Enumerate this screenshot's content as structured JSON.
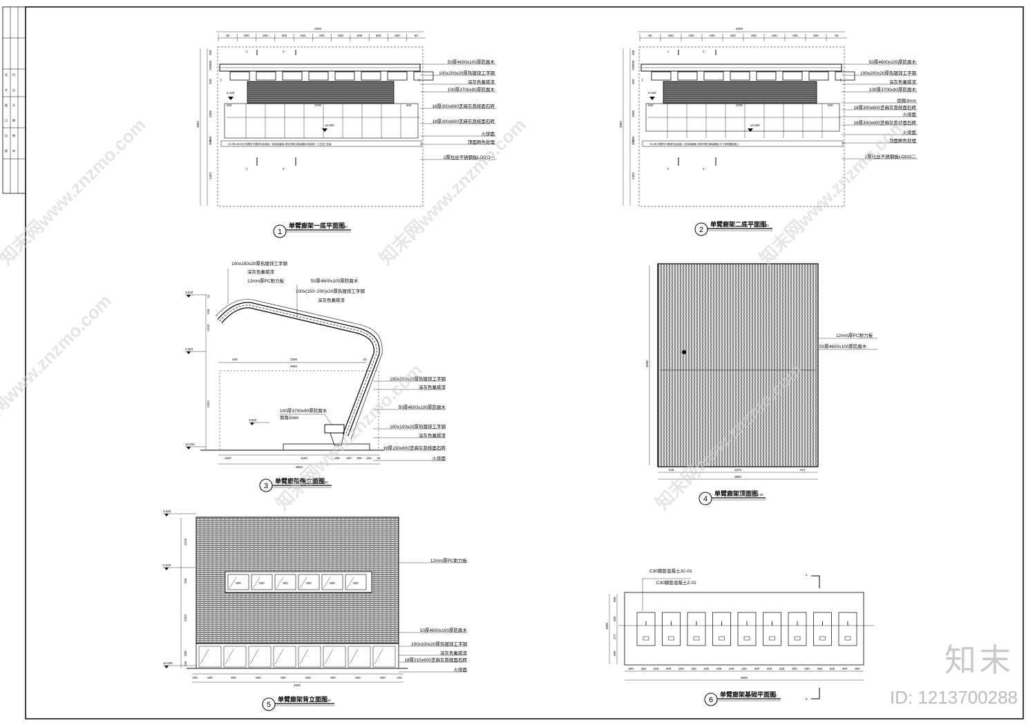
{
  "watermark": {
    "text": "知末网www.znzmo.com",
    "brand": "知末",
    "id": "ID: 1213700288"
  },
  "view1": {
    "title": "单臂廊架一底平面图",
    "scale": "1:30",
    "num": "1",
    "top_total": "4600",
    "top_dims": [
      "50",
      "500",
      "600",
      "600",
      "600",
      "600",
      "600",
      "600",
      "600",
      "500",
      "50"
    ],
    "left_dims": [
      "450",
      "200",
      "150",
      "450",
      "1000",
      "450",
      "300",
      "1463"
    ],
    "left_total": "3082",
    "inner_dims": [
      "600",
      "3700",
      "600"
    ],
    "elev_a": "0.150",
    "elev_b": "±0.000",
    "section_marks": [
      "1",
      "2",
      "1",
      "2"
    ],
    "note": "2019年4月26日,按照甲方要求在此增加一处单臂廊架,材料同旁边单臂廊架,采用统一工艺加工安装",
    "labels": [
      "50厚4600x100厚防腐木",
      "100x200x20厚热镀锌工字钢",
      "深灰色氟碳漆",
      "100厚3700x90厚防腐木",
      "18厚300x600芝麻灰荔枝面石砖",
      "18厚300x600芝麻灰荔枝面石砖",
      "火烧面",
      "顶面刷色处理",
      "2厚拉丝不锈钢板LOGO一"
    ]
  },
  "view2": {
    "title": "单臂廊架二底平面图",
    "scale": "1:30",
    "num": "2",
    "top_total": "4600",
    "top_dims": [
      "50",
      "600",
      "600",
      "600",
      "600",
      "600",
      "600",
      "600",
      "600",
      "50"
    ],
    "left_dims": [
      "450",
      "200",
      "150",
      "450",
      "1000",
      "450",
      "300",
      "1463"
    ],
    "left_total": "3082",
    "inner_dims": [
      "600",
      "3700",
      "600"
    ],
    "elev_a": "0.150",
    "elev_b": "±0.000",
    "section_marks": [
      "1",
      "2",
      "1",
      "2"
    ],
    "note": "2019年,按照甲方要求在此增加一处单臂廊架,材料同旁边单臂廊架,尺寸参照图纸施工",
    "labels": [
      "50厚4600x100厚防腐木",
      "100x200x20厚热镀锌工字钢",
      "深灰色氟碳漆",
      "100厚3700x90厚防腐木",
      "倒角3mm",
      "18厚300x600芝麻灰荔枝面石砖",
      "火烧面",
      "18厚300x600芝麻灰荔枝面石砖",
      "火烧面",
      "顶面刷色处理",
      "2厚拉丝不锈钢板LOGO二"
    ]
  },
  "view3": {
    "title": "单臂廊架侧立面图",
    "scale": "1:30",
    "num": "3",
    "elevs": [
      "3.632",
      "2.322",
      "0.600",
      "±0.000"
    ],
    "bottom_dims": [
      "1547",
      "1160",
      "205",
      "200",
      "200",
      "263",
      "20"
    ],
    "bottom_total": "3862",
    "mid_dims": [
      "645",
      "3285",
      "20"
    ],
    "mid_total": "3862",
    "left_dims": [
      "12",
      "225",
      "1310",
      "2322"
    ],
    "labels_top": [
      "100x150x20厚热镀锌工字钢",
      "深灰色氟碳漆",
      "12mm厚PC耐力板",
      "50厚4600x100厚防腐木",
      "100x(150~200)x20厚热镀锌工字钢",
      "深灰色氟碳漆"
    ],
    "labels_right": [
      "100x200x20厚热镀锌工字钢",
      "深灰色氟碳漆",
      "50厚4600x100厚防腐木",
      "100x100x20厚热镀锌工字钢",
      "深灰色氟碳漆",
      "18厚150x600芝麻灰荔枝面石砖",
      "火烧面"
    ],
    "labels_seat": [
      "100厚3700x90厚防腐木",
      "倒角3mm"
    ]
  },
  "view4": {
    "title": "单臂廊架顶面图",
    "scale": "1:30",
    "num": "4",
    "left_dim": "4600",
    "bottom_dims": [
      "645",
      "2570",
      "647"
    ],
    "bottom_total": "3862",
    "labels": [
      "12mm厚PC耐力板",
      "50厚4600x100厚防腐木"
    ]
  },
  "view5": {
    "title": "单臂廊架背立面图",
    "scale": "1:30",
    "num": "5",
    "elevs": [
      "3.632",
      "2.322",
      "±0.000"
    ],
    "left_dims": [
      "1310",
      "356",
      "2322",
      "300",
      "150"
    ],
    "window_dims": [
      "500",
      "500",
      "500",
      "500",
      "500",
      "500"
    ],
    "bottom_dims": [
      "100",
      "500",
      "600",
      "600",
      "600",
      "600",
      "600",
      "600",
      "500",
      "100"
    ],
    "bottom_total": "4600",
    "labels": [
      "12mm厚PC耐力板",
      "50厚4600x100厚防腐木",
      "100x100x20厚热镀锌工字钢",
      "深灰色氟碳漆",
      "18厚215x600芝麻灰荔枝面石砖",
      "火烧面"
    ]
  },
  "view6": {
    "title": "单臂廊架基础平面图",
    "scale": "1:30",
    "num": "6",
    "labels": [
      "C30钢筋混凝土JC-01",
      "C30钢筋混凝土Z-01"
    ],
    "section_mark": "3",
    "left_dims": [
      "500",
      "400",
      "177",
      "500"
    ],
    "left_total": "1600",
    "bottom_dims": [
      "300",
      "400",
      "200",
      "400",
      "200",
      "400",
      "200",
      "400",
      "200",
      "400",
      "200",
      "400",
      "200",
      "400",
      "200",
      "400",
      "200",
      "400",
      "300"
    ],
    "bottom_total": "5800"
  },
  "titleblock": {
    "rows": [
      "项",
      "目",
      "专",
      "业",
      "图",
      "号",
      "日",
      "期",
      "比",
      "例",
      "版",
      "本"
    ]
  }
}
